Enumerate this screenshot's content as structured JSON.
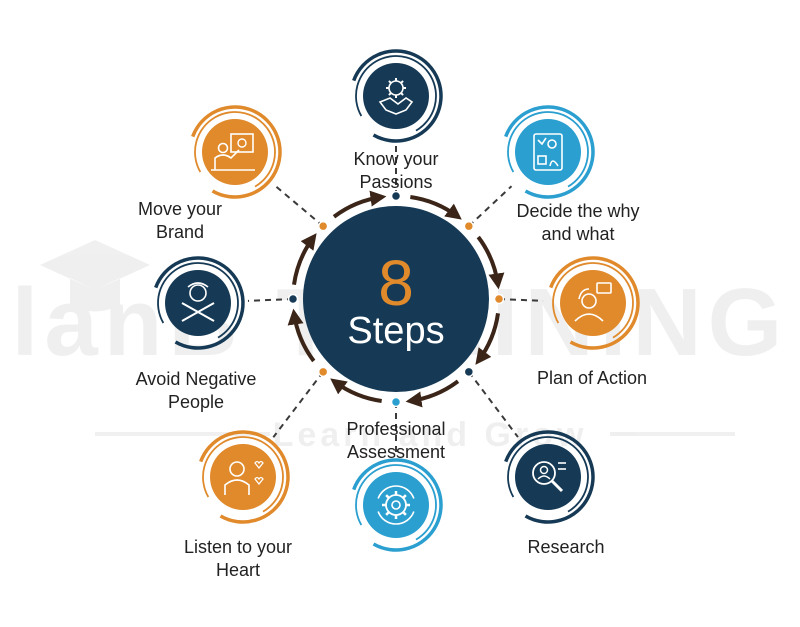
{
  "watermark": {
    "brand": "lanB TRAINING",
    "tagline": "Learn and Grow"
  },
  "center": {
    "number": "8",
    "label": "Steps"
  },
  "colors": {
    "navy": "#163a55",
    "orange": "#e08a2c",
    "blue": "#2a9fd0",
    "arrow": "#3b2518",
    "connector": "#3a3a3a"
  },
  "steps": [
    {
      "label": "Know your\nPassions",
      "color": "navy",
      "icon": "gear-handshake-icon"
    },
    {
      "label": "Decide the why\nand what",
      "color": "blue",
      "icon": "profile-card-icon"
    },
    {
      "label": "Plan of Action",
      "color": "orange",
      "icon": "presenter-chat-icon"
    },
    {
      "label": "Research",
      "color": "navy",
      "icon": "magnifier-profile-icon"
    },
    {
      "label": "Professional\nAssessment",
      "color": "blue",
      "icon": "gear-cycle-icon"
    },
    {
      "label": "Listen to your\nHeart",
      "color": "orange",
      "icon": "person-hearts-icon"
    },
    {
      "label": "Avoid Negative\nPeople",
      "color": "navy",
      "icon": "crossed-arms-person-icon"
    },
    {
      "label": "Move your\nBrand",
      "color": "orange",
      "icon": "presenter-board-icon"
    }
  ]
}
